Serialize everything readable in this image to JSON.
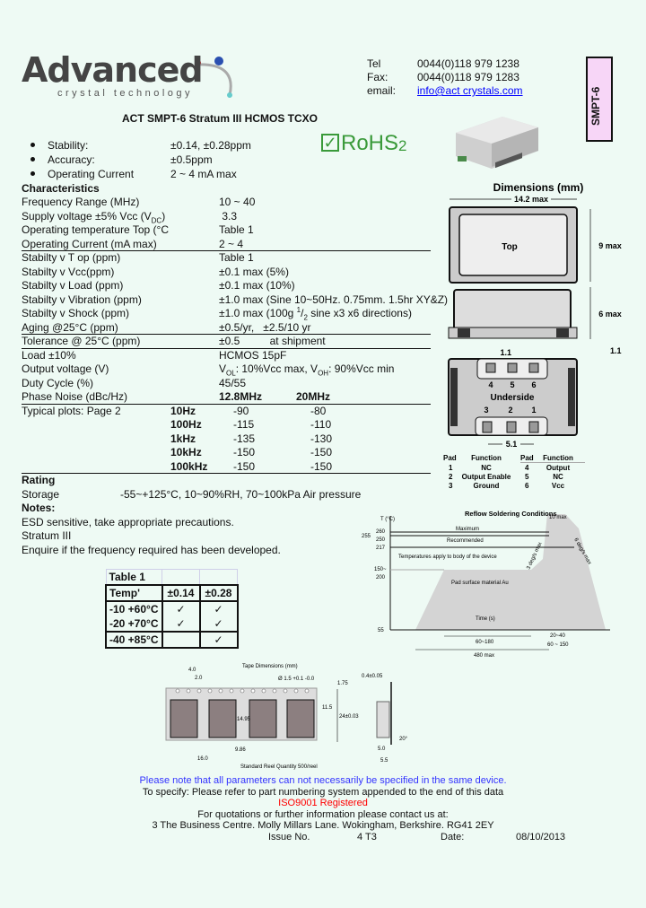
{
  "logo": {
    "word": "Advanced",
    "subtitle": "crystal technology"
  },
  "contact": {
    "tel_label": "Tel",
    "tel": "0044(0)118 979 1238",
    "fax_label": "Fax:",
    "fax": "0044(0)118 979 1283",
    "email_label": "email:",
    "email": "info@act crystals.com"
  },
  "side_tab": "SMPT-6",
  "title": "ACT SMPT-6 Stratum III HCMOS TCXO",
  "rohs": {
    "text": "RoHS",
    "num": "2",
    "check": "✓"
  },
  "bullets": [
    {
      "label": "Stability:",
      "value": "±0.14, ±0.28ppm"
    },
    {
      "label": "Accuracy:",
      "value": "±0.5ppm"
    },
    {
      "label": "Operating Current",
      "value": "2 ~ 4 mA max"
    }
  ],
  "characteristics_heading": "Characteristics",
  "specs": [
    {
      "label": "Frequency Range (MHz)",
      "value": "10 ~ 40"
    },
    {
      "label": "Supply voltage ±5% Vcc (V",
      "label_sub": "DC",
      "label_end": ")",
      "value": " 3.3"
    },
    {
      "label": "Operating temperature Top (°C",
      "value": "Table 1"
    },
    {
      "label": "Operating Current (mA max)",
      "value": "2 ~ 4"
    },
    {
      "label": "Stabilty v T op (ppm)",
      "value": "Table 1"
    },
    {
      "label": "Stabilty v Vcc(ppm)",
      "value": "±0.1 max (5%)"
    },
    {
      "label": "Stabilty v Load (ppm)",
      "value": "±0.1 max (10%)"
    },
    {
      "label": "Stabilty v Vibration (ppm)",
      "value": "±1.0 max (Sine 10~50Hz. 0.75mm. 1.5hr XY&Z)"
    },
    {
      "label": "Stabilty v Shock (ppm)",
      "value": "±1.0 max (100g ",
      "value_sup": "1",
      "value_mid": "/",
      "value_sub": "2",
      "value_end": " sine x3 x6 directions)"
    },
    {
      "label": "Aging @25°C (ppm)",
      "value": "±0.5/yr,   ±2.5/10 yr"
    },
    {
      "label": "Tolerance @ 25°C (ppm)",
      "value": "±0.5          at shipment"
    },
    {
      "label": "Load ±10%",
      "value": "HCMOS 15pF"
    },
    {
      "label": "Output voltage (V)",
      "v1": "V",
      "v1_sub": "OL",
      "v2": ": 10%Vcc max, V",
      "v2_sub": "OH",
      "v3": ": 90%Vcc min"
    },
    {
      "label": "Duty Cycle (%)",
      "value": "45/55"
    },
    {
      "label": "Phase Noise (dBc/Hz)",
      "col1": "12.8MHz",
      "col2": "20MHz"
    }
  ],
  "phase_noise": {
    "label": "Typical plots: Page 2",
    "rows": [
      {
        "f": "10Hz",
        "a": "-90",
        "b": "-80"
      },
      {
        "f": "100Hz",
        "a": "-115",
        "b": "-110"
      },
      {
        "f": "1kHz",
        "a": "-135",
        "b": "-130"
      },
      {
        "f": "10kHz",
        "a": "-150",
        "b": "-150"
      },
      {
        "f": "100kHz",
        "a": "-150",
        "b": "-150"
      }
    ]
  },
  "rating": {
    "heading": "Rating",
    "storage_label": "Storage",
    "storage": "-55~+125°C, 10~90%RH, 70~100kPa Air pressure"
  },
  "notes": {
    "heading": "Notes:",
    "lines": [
      "ESD sensitive, take appropriate precautions.",
      "Stratum III",
      "Enquire if the frequency required  has been developed."
    ]
  },
  "table1": {
    "title": "Table 1",
    "headers": [
      "Temp'",
      "±0.14",
      "±0.28"
    ],
    "rows": [
      [
        "-10 +60°C",
        "✓",
        "✓"
      ],
      [
        "-20 +70°C",
        "✓",
        "✓"
      ],
      [
        "-40 +85°C",
        "",
        "✓"
      ]
    ]
  },
  "dimensions": {
    "title": "Dimensions (mm)",
    "width": "14.2 max",
    "height": "9 max",
    "depth": "6 max",
    "top": "Top",
    "underside": "Underside",
    "pad_w": "1.1",
    "pad_h": "1.1",
    "pitch": "5.1",
    "pins_top": [
      "4",
      "5",
      "6"
    ],
    "pins_bottom": [
      "3",
      "2",
      "1"
    ],
    "pad_header": [
      "Pad",
      "Function",
      "Pad",
      "Function"
    ],
    "pads": [
      [
        "1",
        "NC",
        "4",
        "Output"
      ],
      [
        "2",
        "Output Enable",
        "5",
        "NC"
      ],
      [
        "3",
        "Ground",
        "6",
        "Vcc"
      ]
    ]
  },
  "reflow": {
    "title": "Reflow Soldering Conditions",
    "yaxis": "T (°C)",
    "ticks": [
      "260",
      "255",
      "250",
      "217",
      "150~",
      "200",
      "55"
    ],
    "maximum": "Maximum",
    "recommended": "Recommended",
    "note": "Temperatures apply to body of the device",
    "pad": "Pad surface material Au",
    "time": "Time (s)",
    "ramp_up": "3 deg/s max",
    "ramp_down": "6 deg/s max",
    "t10": "10 max",
    "t60_180": "60~180",
    "t20_40": "20~40",
    "t60_150": "60 ~ 150",
    "t480": "480 max"
  },
  "tape": {
    "title": "Tape Dimensions (mm)",
    "d40": "4.0",
    "d20": "2.0",
    "hole": "Ø 1.5 +0.1 -0.0",
    "d175": "1.75",
    "d115": "11.5",
    "d24": "24±0.03",
    "d1495": "14.95",
    "d986": "9.86",
    "d160": "16.0",
    "thick": "0.4±0.05",
    "d50": "5.0",
    "d55": "5.5",
    "angle": "20°",
    "reel": "Standard Reel Quantity 500/reel"
  },
  "footer": {
    "note": "Please note that all parameters can not necessarily be specified in the same device.",
    "specify": "To specify: Please refer to part numbering system appended to the end of this data",
    "iso": "ISO9001 Registered",
    "quote": "For quotations or further information please contact us at:",
    "address": "3 The Business Centre. Molly Millars Lane. Wokingham, Berkshire. RG41 2EY",
    "issue_label": "Issue No.",
    "issue": "4 T3",
    "date_label": "Date:",
    "date": "08/10/2013"
  },
  "colors": {
    "background": "#eefaf4",
    "link": "#0000ff",
    "note_blue": "#3333ff",
    "iso_red": "#ff0000",
    "rohs_green": "#3a9a3a",
    "tab_pink": "#f7d6f7"
  }
}
